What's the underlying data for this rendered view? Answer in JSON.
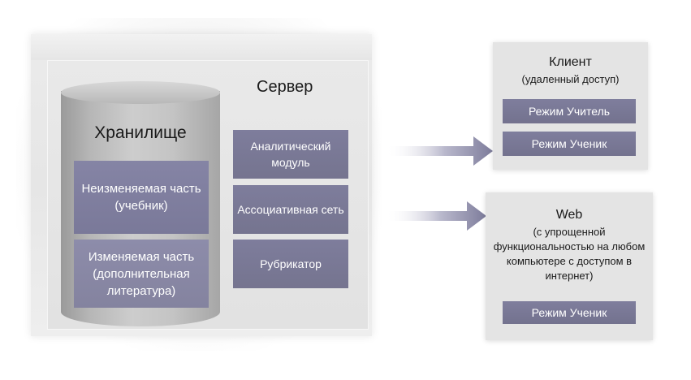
{
  "server": {
    "title": "Сервер",
    "storage": {
      "title": "Хранилище",
      "blocks": [
        {
          "label": "Неизменяемая часть (учебник)"
        },
        {
          "label": "Изменяемая часть (дополнительная литература)"
        }
      ]
    },
    "modules": [
      {
        "label": "Аналитический модуль"
      },
      {
        "label": "Ассоциативная сеть"
      },
      {
        "label": "Рубрикатор"
      }
    ]
  },
  "clients": [
    {
      "title": "Клиент",
      "subtitle": "(удаленный доступ)",
      "modes": [
        "Режим Учитель",
        "Режим Ученик"
      ]
    },
    {
      "title": "Web",
      "subtitle": "(с упрощенной функциональностью на любом компьютере с доступом в интернет)",
      "modes": [
        "Режим Ученик"
      ]
    }
  ],
  "colors": {
    "module_fill": "#7e7d9c",
    "box_fill": "#e4e4e4",
    "arrow_fill": "#7d7c9b"
  }
}
